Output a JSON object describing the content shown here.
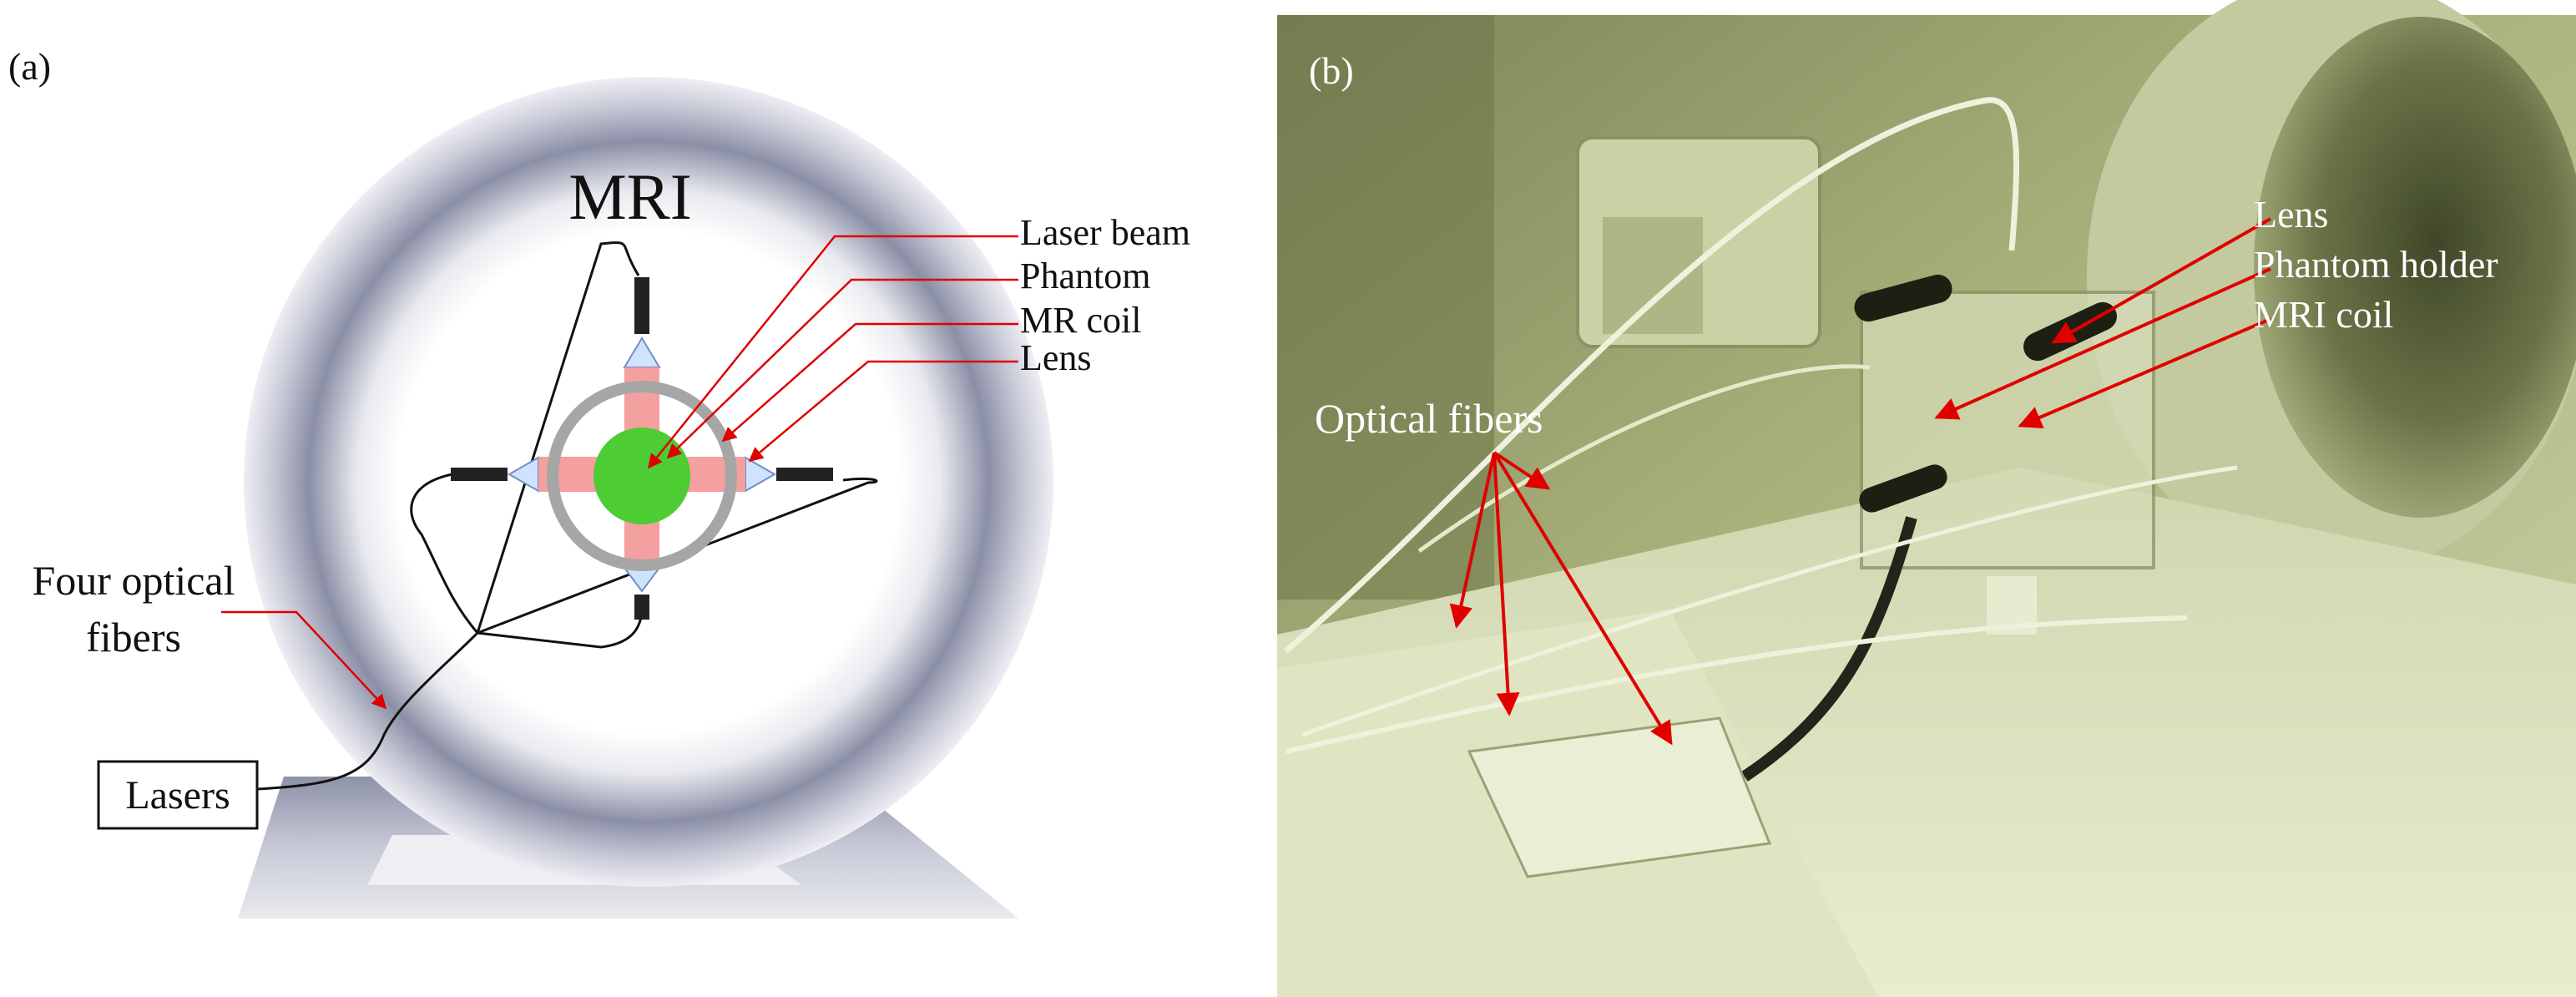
{
  "panel_a": {
    "label": "(a)",
    "title": "MRI",
    "callouts": [
      "Laser beam",
      "Phantom",
      "MR coil",
      "Lens"
    ],
    "fibers_label_line1": "Four optical",
    "fibers_label_line2": "fibers",
    "lasers_label": "Lasers"
  },
  "panel_b": {
    "label": "(b)",
    "callouts": [
      "Lens",
      "Phantom holder",
      "MRI coil"
    ],
    "fibers_label": "Optical fibers"
  },
  "colors": {
    "annotation_arrow": "#e00000",
    "phantom": "#4dcc33",
    "laser_beam": "#f4a0a0",
    "coil": "#a6a6a6",
    "photo_tint": "#c2cc9a"
  }
}
